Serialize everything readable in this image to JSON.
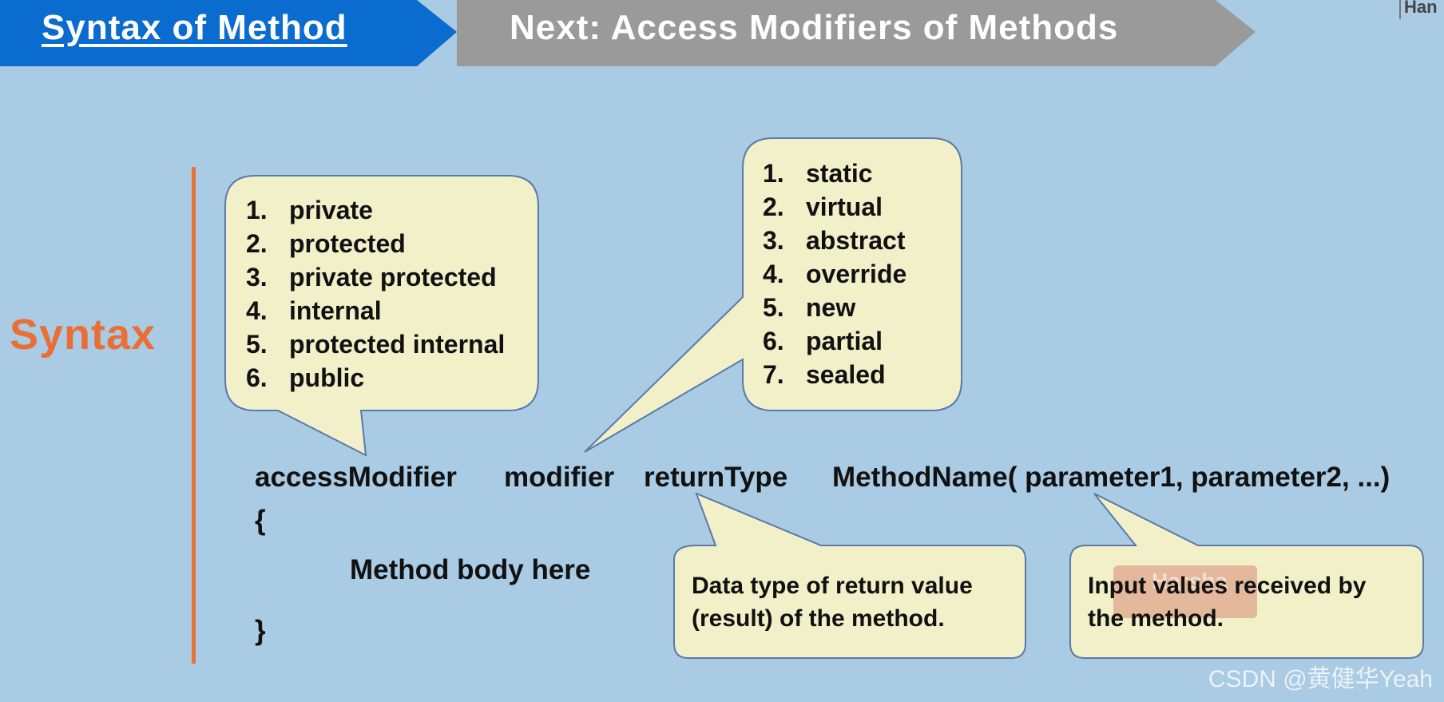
{
  "header": {
    "active_tab": "Syntax of Method",
    "next_tab": "Next: Access Modifiers of Methods",
    "corner_text": "Han",
    "colors": {
      "active": "#0b6ccf",
      "next": "#9a9a9a"
    }
  },
  "section_label": "Syntax",
  "access_modifiers": [
    {
      "num": "1.",
      "text": "private"
    },
    {
      "num": "2.",
      "text": "protected"
    },
    {
      "num": "3.",
      "text": "private protected"
    },
    {
      "num": "4.",
      "text": "internal"
    },
    {
      "num": "5.",
      "text": "protected internal"
    },
    {
      "num": "6.",
      "text": "public"
    }
  ],
  "modifiers": [
    {
      "num": "1.",
      "text": "static"
    },
    {
      "num": "2.",
      "text": "virtual"
    },
    {
      "num": "3.",
      "text": "abstract"
    },
    {
      "num": "4.",
      "text": "override"
    },
    {
      "num": "5.",
      "text": "new"
    },
    {
      "num": "6.",
      "text": "partial"
    },
    {
      "num": "7.",
      "text": "sealed"
    }
  ],
  "code": {
    "access_modifier": "accessModifier",
    "modifier": "modifier",
    "return_type": "returnType",
    "method_signature": "MethodName( parameter1, parameter2, ...)",
    "open_brace": "{",
    "body": "Method body here",
    "close_brace": "}"
  },
  "notes": {
    "return_type_line1": "Data type of return value",
    "return_type_line2": "(result) of the method.",
    "parameters_line1": "Input values received by",
    "parameters_line2": "the method."
  },
  "logo_text": "Harsha",
  "watermark": "CSDN @黄健华Yeah"
}
